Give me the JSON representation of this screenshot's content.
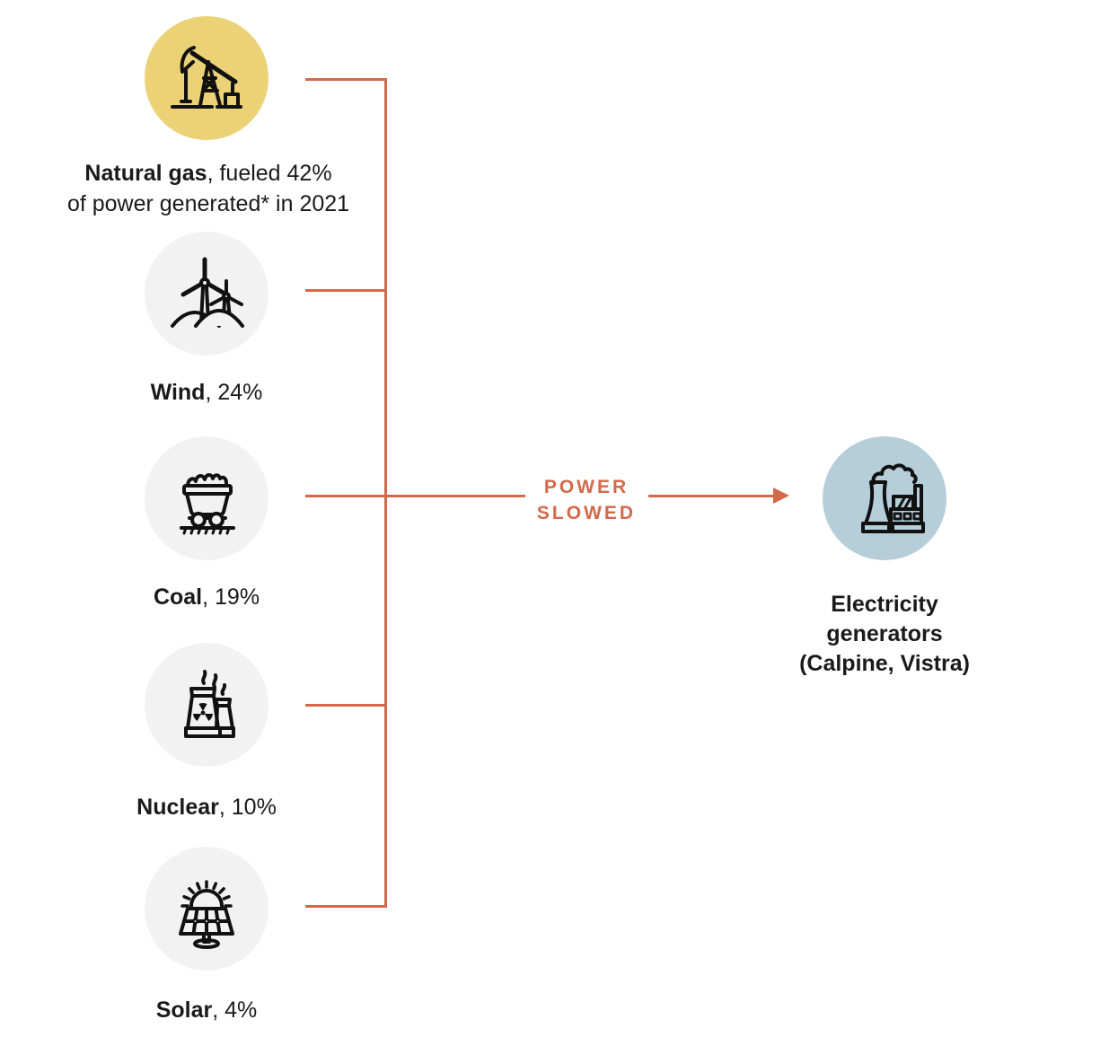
{
  "diagram": {
    "type": "flow",
    "flow_label_line1": "POWER",
    "flow_label_line2": "SLOWED"
  },
  "colors": {
    "accent_orange": "#d4694a",
    "natural_gas_circle_bg": "#ecd277",
    "source_circle_bg": "#f2f2f2",
    "generator_circle_bg": "#b5ced9",
    "text": "#1a1a1a",
    "icon_stroke": "#111111"
  },
  "sources": [
    {
      "name": "Natural gas",
      "detail": ", fueled 42%",
      "detail_line2": "of power generated* in 2021",
      "percent": 42,
      "icon": "oil-pumpjack-icon"
    },
    {
      "name": "Wind",
      "detail": ", 24%",
      "percent": 24,
      "icon": "wind-turbines-icon"
    },
    {
      "name": "Coal",
      "detail": ", 19%",
      "percent": 19,
      "icon": "coal-cart-icon"
    },
    {
      "name": "Nuclear",
      "detail": ", 10%",
      "percent": 10,
      "icon": "nuclear-plant-icon"
    },
    {
      "name": "Solar",
      "detail": ", 4%",
      "percent": 4,
      "icon": "solar-panel-icon"
    }
  ],
  "target": {
    "label_line1": "Electricity",
    "label_line2": "generators",
    "label_line3": "(Calpine, Vistra)",
    "icon": "power-plant-icon"
  }
}
